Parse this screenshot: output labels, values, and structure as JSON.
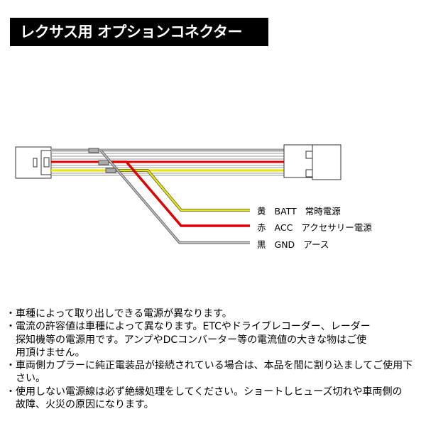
{
  "title": "レクサス用 オプションコネクター",
  "wires": [
    {
      "color_name": "黄",
      "signal": "BATT",
      "desc": "常時電源",
      "color": "#e8e600"
    },
    {
      "color_name": "赤",
      "signal": "ACC",
      "desc": "アクセサリー電源",
      "color": "#e00000"
    },
    {
      "color_name": "黒",
      "signal": "GND",
      "desc": "アース",
      "color": "#aaaaaa"
    }
  ],
  "notes": [
    "・車種によって取り出しできる電源が異なります。",
    "・電流の許容値は車種によって異なります。ETCやドライブレコーダー、レーダー探知機等の電源用です。アンプやDCコンバーター等の電流値の大きな物はご使用頂けません。",
    "・車両側カプラーに純正電装品が接続されている場合は、本品を間に割り込ましてご使用下さい。",
    "・使用しない電源線は必ず絶縁処理をしてください。ショートしヒューズ切れや車両側の故障、火災の原因になります。"
  ]
}
